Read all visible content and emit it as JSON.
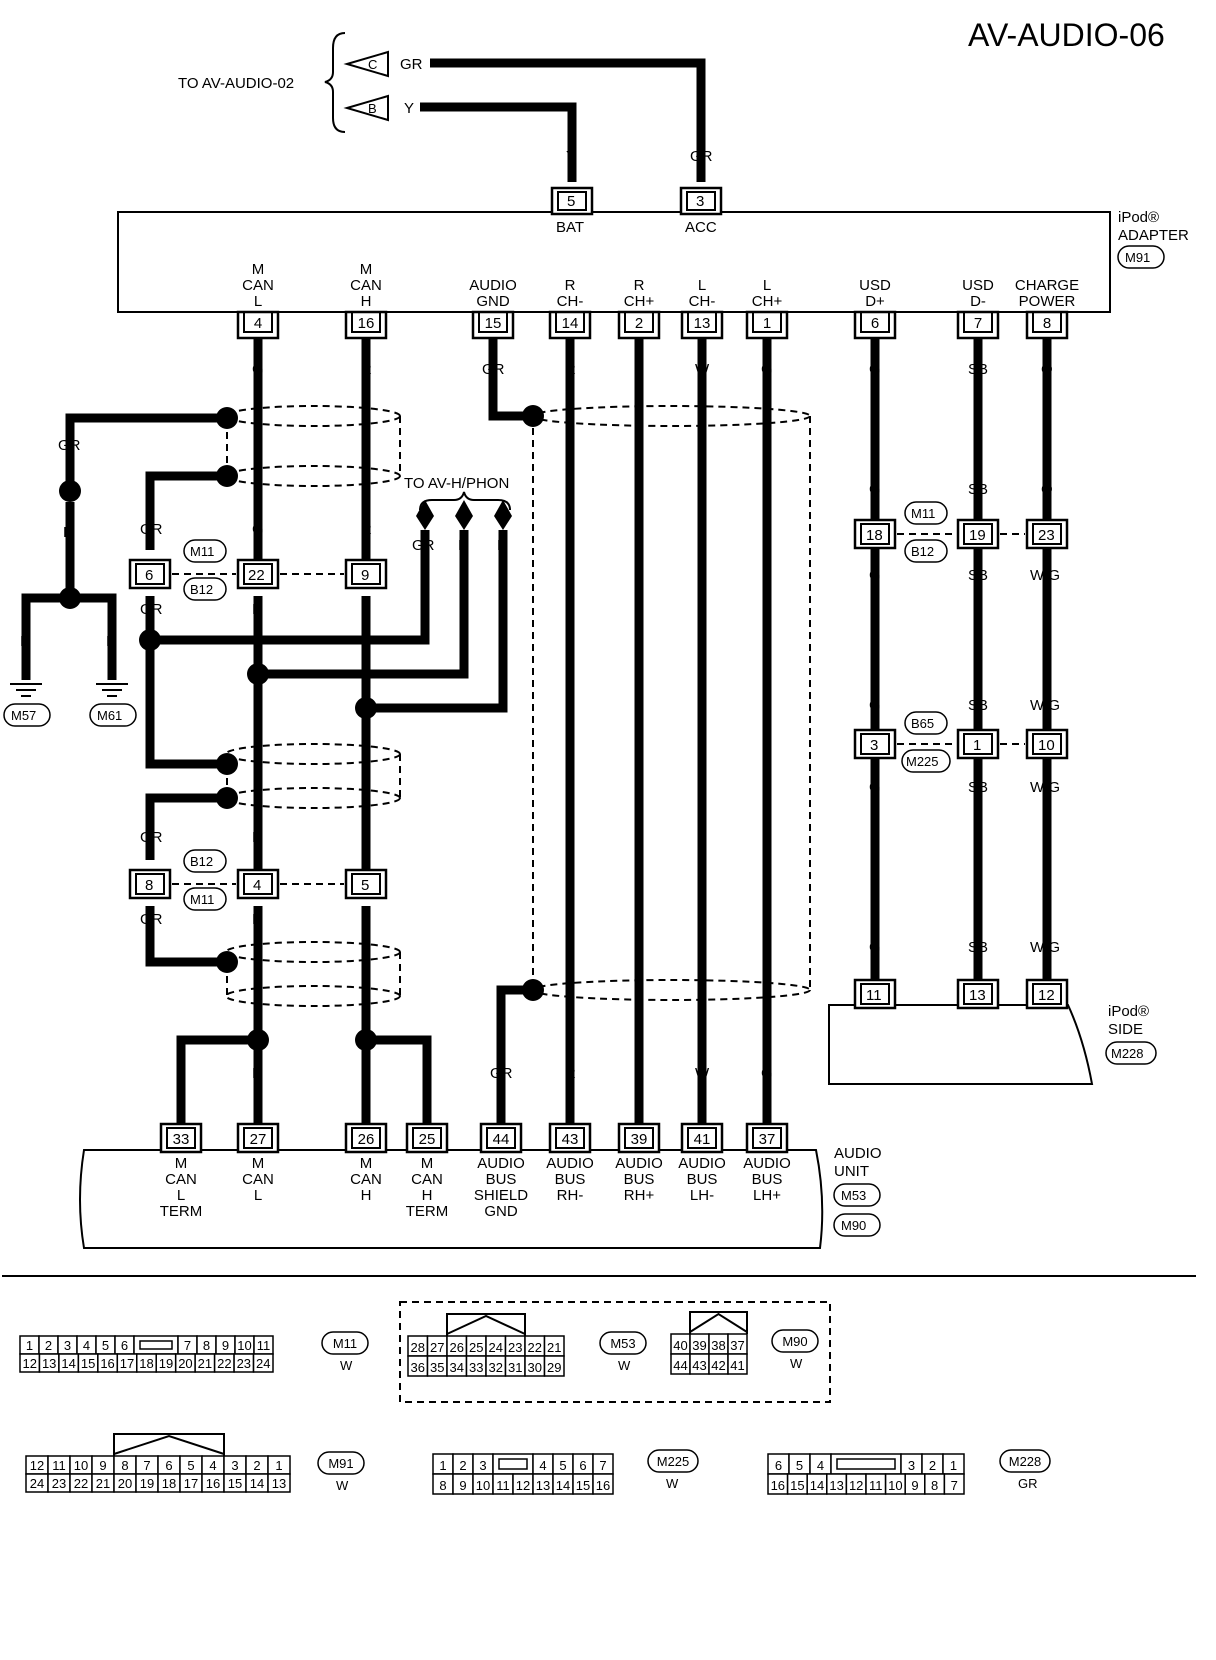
{
  "title": "AV-AUDIO-06",
  "to_av_audio_02": "TO AV-AUDIO-02",
  "arrow_c": "C",
  "arrow_b": "B",
  "to_av_h_phon": "TO AV-H/PHON",
  "ipod_adapter": {
    "label1": "iPod®",
    "label2": "ADAPTER",
    "connector": "M91",
    "top_pins": [
      {
        "num": "5",
        "name": "BAT",
        "color": "Y"
      },
      {
        "num": "3",
        "name": "ACC",
        "color": "GR"
      }
    ],
    "bottom_pins": [
      {
        "num": "4",
        "name": [
          "M",
          "CAN",
          "L"
        ],
        "color": "G"
      },
      {
        "num": "16",
        "name": [
          "M",
          "CAN",
          "H"
        ],
        "color": "R"
      },
      {
        "num": "15",
        "name": [
          "AUDIO",
          "GND"
        ],
        "color": "GR"
      },
      {
        "num": "14",
        "name": [
          "R",
          "CH-"
        ],
        "color": "R"
      },
      {
        "num": "2",
        "name": [
          "R",
          "CH+"
        ],
        "color": "L"
      },
      {
        "num": "13",
        "name": [
          "L",
          "CH-"
        ],
        "color": "W"
      },
      {
        "num": "1",
        "name": [
          "L",
          "CH+"
        ],
        "color": "G"
      },
      {
        "num": "6",
        "name": [
          "USD",
          "D+"
        ],
        "color": "G"
      },
      {
        "num": "7",
        "name": [
          "USD",
          "D-"
        ],
        "color": "SB"
      },
      {
        "num": "8",
        "name": [
          "CHARGE",
          "POWER"
        ],
        "color": "O"
      }
    ]
  },
  "wire_colors": {
    "gr": "GR",
    "y": "Y",
    "g": "G",
    "r": "R",
    "b": "B",
    "p": "P",
    "l": "L",
    "w": "W",
    "sb": "SB",
    "o": "O",
    "wg": "W/G"
  },
  "junction_labels": {
    "j1_top": "M11",
    "j1_bot": "B12",
    "j1_pins": [
      "6",
      "22",
      "9"
    ],
    "j2_top": "B12",
    "j2_bot": "M11",
    "j2_pins": [
      "8",
      "4",
      "5"
    ],
    "j3_top": "M11",
    "j3_bot": "B12",
    "j3_pins": [
      "18",
      "19",
      "23"
    ],
    "j4_top": "B65",
    "j4_bot": "M225",
    "j4_pins": [
      "3",
      "1",
      "10"
    ]
  },
  "grounds": [
    "M57",
    "M61"
  ],
  "ipod_side": {
    "label1": "iPod®",
    "label2": "SIDE",
    "connector": "M228",
    "pins": [
      "11",
      "13",
      "12"
    ]
  },
  "audio_unit": {
    "label1": "AUDIO",
    "label2": "UNIT",
    "connectors": [
      "M53",
      "M90"
    ],
    "pins": [
      {
        "num": "33",
        "name": [
          "M",
          "CAN",
          "L",
          "TERM"
        ]
      },
      {
        "num": "27",
        "name": [
          "M",
          "CAN",
          "L"
        ]
      },
      {
        "num": "26",
        "name": [
          "M",
          "CAN",
          "H"
        ]
      },
      {
        "num": "25",
        "name": [
          "M",
          "CAN",
          "H",
          "TERM"
        ]
      },
      {
        "num": "44",
        "name": [
          "AUDIO",
          "BUS",
          "SHIELD",
          "GND"
        ]
      },
      {
        "num": "43",
        "name": [
          "AUDIO",
          "BUS",
          "RH-"
        ]
      },
      {
        "num": "39",
        "name": [
          "AUDIO",
          "BUS",
          "RH+"
        ]
      },
      {
        "num": "41",
        "name": [
          "AUDIO",
          "BUS",
          "LH-"
        ]
      },
      {
        "num": "37",
        "name": [
          "AUDIO",
          "BUS",
          "LH+"
        ]
      }
    ]
  },
  "connector_views": [
    {
      "id": "M11",
      "color": "W",
      "row1": [
        "1",
        "2",
        "3",
        "4",
        "5",
        "6",
        "",
        "7",
        "8",
        "9",
        "10",
        "11"
      ],
      "row2": [
        "12",
        "13",
        "14",
        "15",
        "16",
        "17",
        "18",
        "19",
        "20",
        "21",
        "22",
        "23",
        "24"
      ]
    },
    {
      "id": "M53",
      "color": "W",
      "row1": [
        "28",
        "27",
        "26",
        "25",
        "24",
        "23",
        "22",
        "21"
      ],
      "row2": [
        "36",
        "35",
        "34",
        "33",
        "32",
        "31",
        "30",
        "29"
      ]
    },
    {
      "id": "M90",
      "color": "W",
      "row1": [
        "40",
        "39",
        "38",
        "37"
      ],
      "row2": [
        "44",
        "43",
        "42",
        "41"
      ]
    },
    {
      "id": "M91",
      "color": "W",
      "row1": [
        "12",
        "11",
        "10",
        "9",
        "8",
        "7",
        "6",
        "5",
        "4",
        "3",
        "2",
        "1"
      ],
      "row2": [
        "24",
        "23",
        "22",
        "21",
        "20",
        "19",
        "18",
        "17",
        "16",
        "15",
        "14",
        "13"
      ]
    },
    {
      "id": "M225",
      "color": "W",
      "row1": [
        "1",
        "2",
        "3",
        "",
        "4",
        "5",
        "6",
        "7"
      ],
      "row2": [
        "8",
        "9",
        "10",
        "11",
        "12",
        "13",
        "14",
        "15",
        "16"
      ]
    },
    {
      "id": "M228",
      "color": "GR",
      "row1": [
        "6",
        "5",
        "4",
        "",
        "3",
        "2",
        "1"
      ],
      "row2": [
        "16",
        "15",
        "14",
        "13",
        "12",
        "11",
        "10",
        "9",
        "8",
        "7"
      ]
    }
  ]
}
